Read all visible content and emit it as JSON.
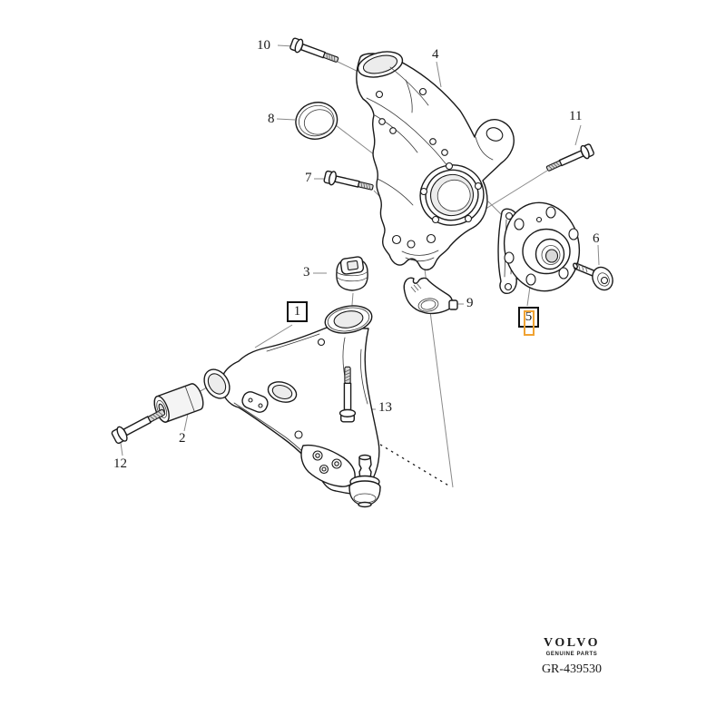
{
  "callouts": {
    "n1": "1",
    "n2": "2",
    "n3": "3",
    "n4": "4",
    "n5": "5",
    "n6": "6",
    "n7": "7",
    "n8": "8",
    "n9": "9",
    "n10": "10",
    "n11": "11",
    "n12": "12",
    "n13": "13"
  },
  "selected_callout": "5",
  "boxed_callouts": [
    "1",
    "5"
  ],
  "footer": {
    "brand": "VOLVO",
    "tagline": "GENUINE PARTS",
    "drawing_number": "GR-439530"
  },
  "colors": {
    "line": "#1a1a1a",
    "leader": "#8a8a8a",
    "selection_highlight": "#f0a232",
    "callout_box_border": "#111111"
  }
}
